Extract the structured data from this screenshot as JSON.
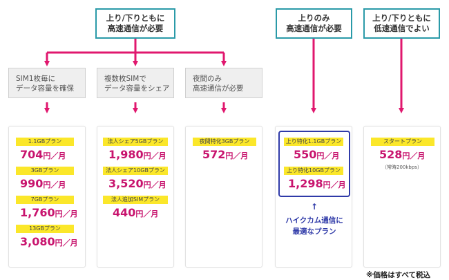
{
  "headers": {
    "both_high": "上り/下りともに\n高速通信が必要",
    "up_only": "上りのみ\n高速通信が必要",
    "both_low": "上り/下りともに\n低速通信でよい"
  },
  "sub_options": {
    "sim1": "SIM1枚毎に\nデータ容量を確保",
    "multi_sim": "複数枚SIMで\nデータ容量をシェア",
    "night": "夜間のみ\n高速通信が必要"
  },
  "cards": {
    "sim1": [
      {
        "tag": "1.1GBプラン",
        "price": "704",
        "unit": "円／月"
      },
      {
        "tag": "3GBプラン",
        "price": "990",
        "unit": "円／月"
      },
      {
        "tag": "7GBプラン",
        "price": "1,760",
        "unit": "円／月"
      },
      {
        "tag": "13GBプラン",
        "price": "3,080",
        "unit": "円／月"
      }
    ],
    "share": [
      {
        "tag": "法人シェア5GBプラン",
        "price": "1,980",
        "unit": "円／月"
      },
      {
        "tag": "法人シェア10GBプラン",
        "price": "3,520",
        "unit": "円／月"
      },
      {
        "tag": "法人追加SIMプラン",
        "price": "440",
        "unit": "円／月"
      }
    ],
    "night": [
      {
        "tag": "夜間特化3GBプラン",
        "price": "572",
        "unit": "円／月"
      }
    ],
    "up": [
      {
        "tag": "上り特化1.1GBプラン",
        "price": "550",
        "unit": "円／月"
      },
      {
        "tag": "上り特化10GBプラン",
        "price": "1,298",
        "unit": "円／月"
      }
    ],
    "start": [
      {
        "tag": "スタートプラン",
        "price": "528",
        "unit": "円／月"
      }
    ]
  },
  "start_note": "（常時200kbps）",
  "callout": {
    "arrow": "↑",
    "text": "ハイクカム通信に\n最適なプラン"
  },
  "footnote": "※価格はすべて税込",
  "colors": {
    "arrow": "#e0176e",
    "teal": "#2a9aa8",
    "price": "#c8146e",
    "tag": "#fbe72a",
    "blue": "#2f3aa8"
  }
}
